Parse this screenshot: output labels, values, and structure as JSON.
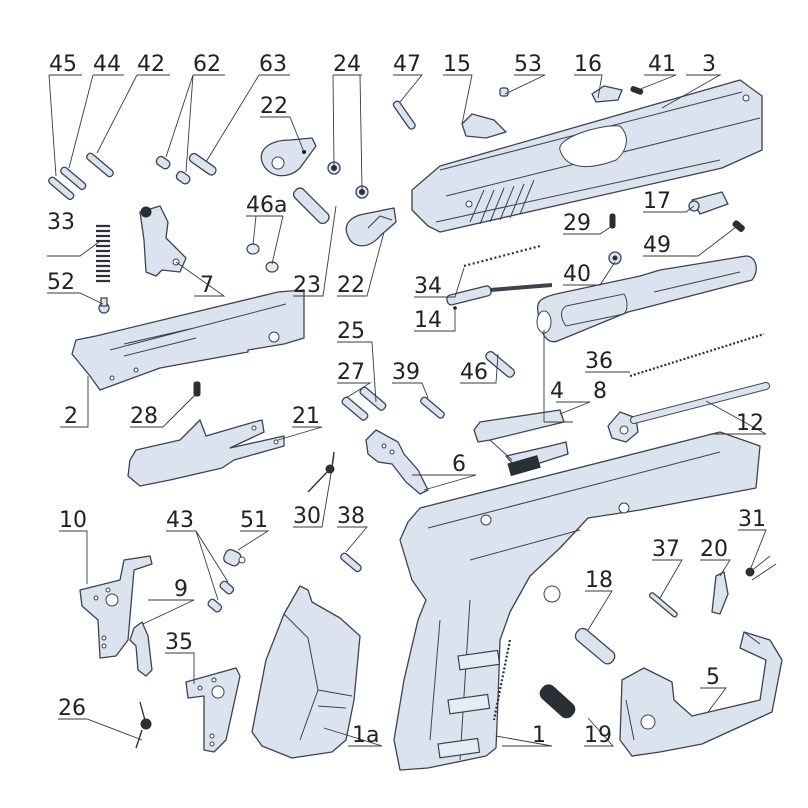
{
  "diagram": {
    "title": "Exploded parts diagram",
    "background": "#ffffff",
    "part_fill": "#dbe3ef",
    "outline_color": "#3c4350",
    "callouts": [
      {
        "id": "45",
        "label": "45"
      },
      {
        "id": "44",
        "label": "44"
      },
      {
        "id": "42",
        "label": "42"
      },
      {
        "id": "62",
        "label": "62"
      },
      {
        "id": "63",
        "label": "63"
      },
      {
        "id": "24",
        "label": "24"
      },
      {
        "id": "47",
        "label": "47"
      },
      {
        "id": "15",
        "label": "15"
      },
      {
        "id": "53",
        "label": "53"
      },
      {
        "id": "16",
        "label": "16"
      },
      {
        "id": "41",
        "label": "41"
      },
      {
        "id": "3",
        "label": "3"
      },
      {
        "id": "22a",
        "label": "22"
      },
      {
        "id": "46a",
        "label": "46a"
      },
      {
        "id": "33",
        "label": "33"
      },
      {
        "id": "7",
        "label": "7"
      },
      {
        "id": "23",
        "label": "23"
      },
      {
        "id": "22b",
        "label": "22"
      },
      {
        "id": "34",
        "label": "34"
      },
      {
        "id": "29",
        "label": "29"
      },
      {
        "id": "17",
        "label": "17"
      },
      {
        "id": "49",
        "label": "49"
      },
      {
        "id": "40",
        "label": "40"
      },
      {
        "id": "52",
        "label": "52"
      },
      {
        "id": "14",
        "label": "14"
      },
      {
        "id": "25",
        "label": "25"
      },
      {
        "id": "27",
        "label": "27"
      },
      {
        "id": "39",
        "label": "39"
      },
      {
        "id": "46",
        "label": "46"
      },
      {
        "id": "36",
        "label": "36"
      },
      {
        "id": "4",
        "label": "4"
      },
      {
        "id": "8",
        "label": "8"
      },
      {
        "id": "12",
        "label": "12"
      },
      {
        "id": "2",
        "label": "2"
      },
      {
        "id": "28",
        "label": "28"
      },
      {
        "id": "21",
        "label": "21"
      },
      {
        "id": "6",
        "label": "6"
      },
      {
        "id": "30",
        "label": "30"
      },
      {
        "id": "38",
        "label": "38"
      },
      {
        "id": "10",
        "label": "10"
      },
      {
        "id": "43",
        "label": "43"
      },
      {
        "id": "51",
        "label": "51"
      },
      {
        "id": "31",
        "label": "31"
      },
      {
        "id": "37",
        "label": "37"
      },
      {
        "id": "20",
        "label": "20"
      },
      {
        "id": "9",
        "label": "9"
      },
      {
        "id": "18",
        "label": "18"
      },
      {
        "id": "35",
        "label": "35"
      },
      {
        "id": "5",
        "label": "5"
      },
      {
        "id": "26",
        "label": "26"
      },
      {
        "id": "1a",
        "label": "1a"
      },
      {
        "id": "1",
        "label": "1"
      },
      {
        "id": "19",
        "label": "19"
      }
    ]
  }
}
